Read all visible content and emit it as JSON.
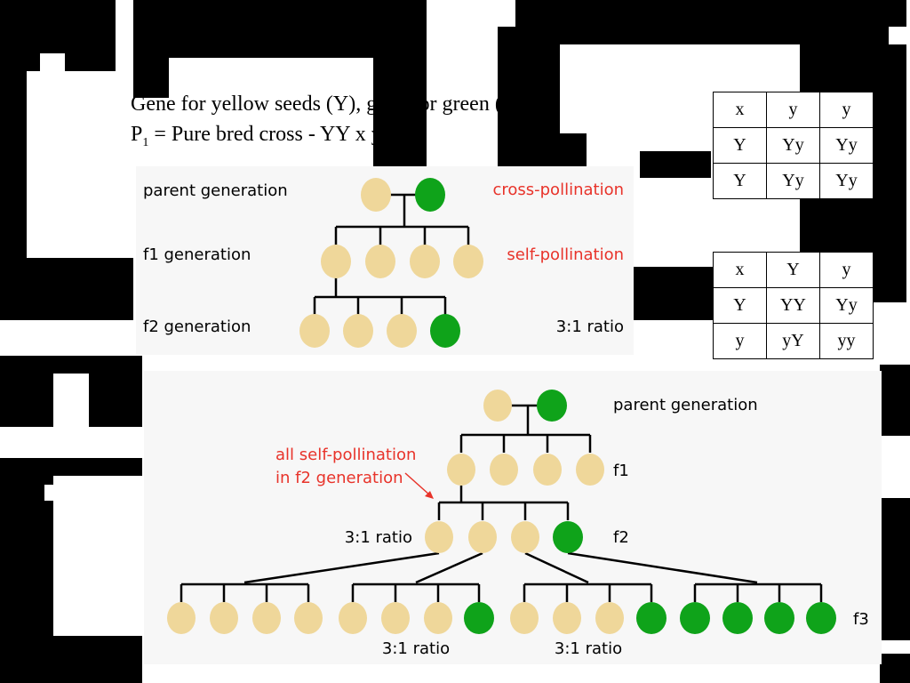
{
  "slide": {
    "line1": "Gene for yellow seeds (Y), gene for green (y)",
    "line2_p": "P",
    "line2_sub": "1",
    "line2_rest": " = Pure bred cross - YY x yy"
  },
  "punnett_top": [
    [
      "x",
      "y",
      "y"
    ],
    [
      "Y",
      "Yy",
      "Yy"
    ],
    [
      "Y",
      "Yy",
      "Yy"
    ]
  ],
  "punnett_bottom": [
    [
      "x",
      "Y",
      "y"
    ],
    [
      "Y",
      "YY",
      "Yy"
    ],
    [
      "y",
      "yY",
      "yy"
    ]
  ],
  "diagram_top": {
    "labels": {
      "parent": "parent generation",
      "f1": "f1 generation",
      "f2": "f2 generation",
      "cross": "cross-pollination",
      "self": "self-pollination",
      "ratio": "3:1 ratio"
    }
  },
  "diagram_bottom": {
    "labels": {
      "parent": "parent generation",
      "f1": "f1",
      "f2": "f2",
      "f3": "f3",
      "annotation_line1": "all self-pollination",
      "annotation_line2": "in f2 generation",
      "ratio_f2": "3:1 ratio",
      "ratio_a": "3:1 ratio",
      "ratio_b": "3:1 ratio"
    }
  },
  "colors": {
    "yellow_seed": "#efd79a",
    "green_seed": "#0fa31a",
    "red_label": "#e8332a",
    "panel_bg": "#f7f7f7"
  }
}
